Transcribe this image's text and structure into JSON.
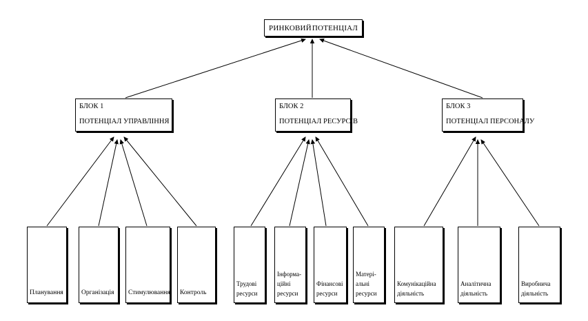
{
  "diagram": {
    "title_text": "РИНКОВИЙ    ПОТЕНЦІАЛ",
    "root": {
      "name": "root-node",
      "word_left": "РИНКОВИЙ",
      "word_right": "ПОТЕНЦІАЛ"
    },
    "blocks": [
      {
        "id": "block-1",
        "number_label": "БЛОК 1",
        "title": "ПОТЕНЦІАЛ УПРАВЛІННЯ"
      },
      {
        "id": "block-2",
        "number_label": "БЛОК 2",
        "title": "ПОТЕНЦІАЛ РЕСУРСІВ"
      },
      {
        "id": "block-3",
        "number_label": "БЛОК 3",
        "title": "ПОТЕНЦІАЛ ПЕРСОНАЛУ"
      }
    ],
    "leaves": [
      {
        "id": "leaf-planuvannya",
        "parent": "block-1",
        "line1": "Планування",
        "line2": ""
      },
      {
        "id": "leaf-organizaciya",
        "parent": "block-1",
        "line1": "Організація",
        "line2": ""
      },
      {
        "id": "leaf-stymulyuvannya",
        "parent": "block-1",
        "line1": "Стимулювання",
        "line2": ""
      },
      {
        "id": "leaf-kontrol",
        "parent": "block-1",
        "line1": "Контроль",
        "line2": ""
      },
      {
        "id": "leaf-trudovi-resursy",
        "parent": "block-2",
        "line1": "Трудові",
        "line2": "ресурси"
      },
      {
        "id": "leaf-informaciyni-resursy",
        "parent": "block-2",
        "line1": "Інформа-",
        "line2": "ційні",
        "line3": "ресурси"
      },
      {
        "id": "leaf-finansovi-resursy",
        "parent": "block-2",
        "line1": "Фінансові",
        "line2": "ресурси"
      },
      {
        "id": "leaf-materialni-resursy",
        "parent": "block-2",
        "line1": "Матері-",
        "line2": "альні",
        "line3": "ресурси"
      },
      {
        "id": "leaf-komunikaciyna-diyalnist",
        "parent": "block-3",
        "line1": "Комунікаційна",
        "line2": "діяльність"
      },
      {
        "id": "leaf-analitychna-diyalnist",
        "parent": "block-3",
        "line1": "Аналітична",
        "line2": "діяльність"
      },
      {
        "id": "leaf-vyrobnycha-diyalnist",
        "parent": "block-3",
        "line1": "Виробнича",
        "line2": "діяльність"
      }
    ],
    "colors": {
      "stroke": "#000000",
      "background": "#ffffff",
      "text": "#000000"
    }
  }
}
